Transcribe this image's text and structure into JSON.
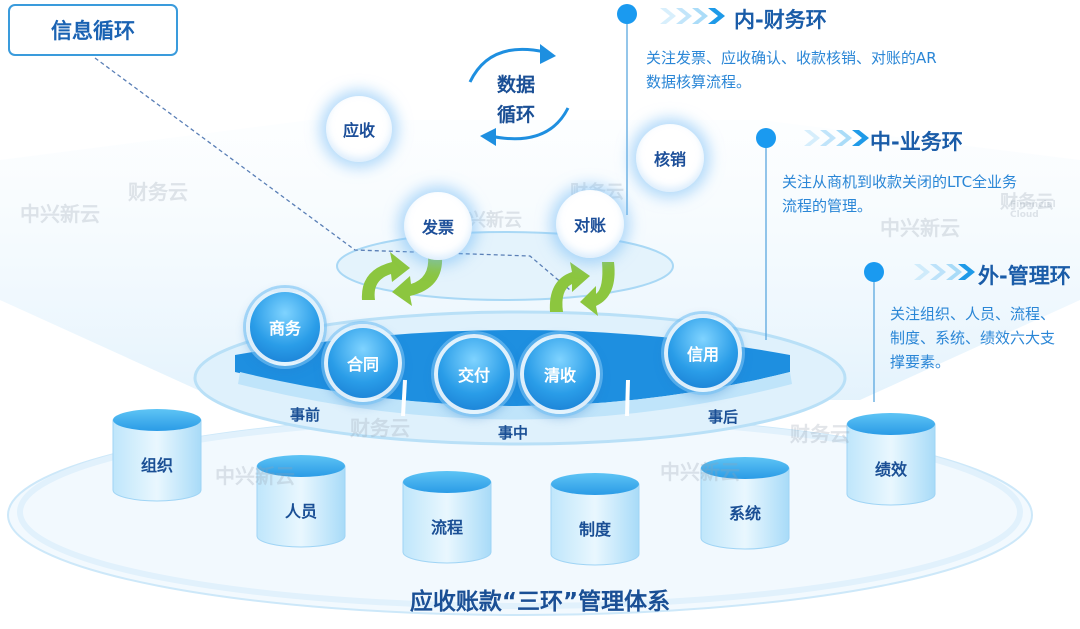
{
  "title_box": "信息循环",
  "data_cycle": {
    "line1": "数据",
    "line2": "循环"
  },
  "outer_circles": [
    "应收",
    "发票",
    "对账",
    "核销"
  ],
  "middle_nodes": [
    "商务",
    "合同",
    "交付",
    "清收",
    "信用"
  ],
  "phases": [
    "事前",
    "事中",
    "事后"
  ],
  "rings": [
    {
      "title": "内-财务环",
      "desc_lines": [
        "关注发票、应收确认、收款核销、对账的AR",
        "数据核算流程。"
      ]
    },
    {
      "title": "中-业务环",
      "desc_lines": [
        "关注从商机到收款关闭的LTC全业务",
        "流程的管理。"
      ]
    },
    {
      "title": "外-管理环",
      "desc_lines": [
        "关注组织、人员、流程、",
        "制度、系统、绩效六大支",
        "撑要素。"
      ]
    }
  ],
  "cylinders": [
    "组织",
    "人员",
    "流程",
    "制度",
    "系统",
    "绩效"
  ],
  "bottom_title": "应收账款“三环”管理体系",
  "watermark": {
    "cn": "中兴新云",
    "cn2": "财务云",
    "en": "Financial Cloud"
  },
  "colors": {
    "primary": "#1b63b3",
    "accent": "#19a0ec",
    "arrow_green": "#8cc63f"
  }
}
